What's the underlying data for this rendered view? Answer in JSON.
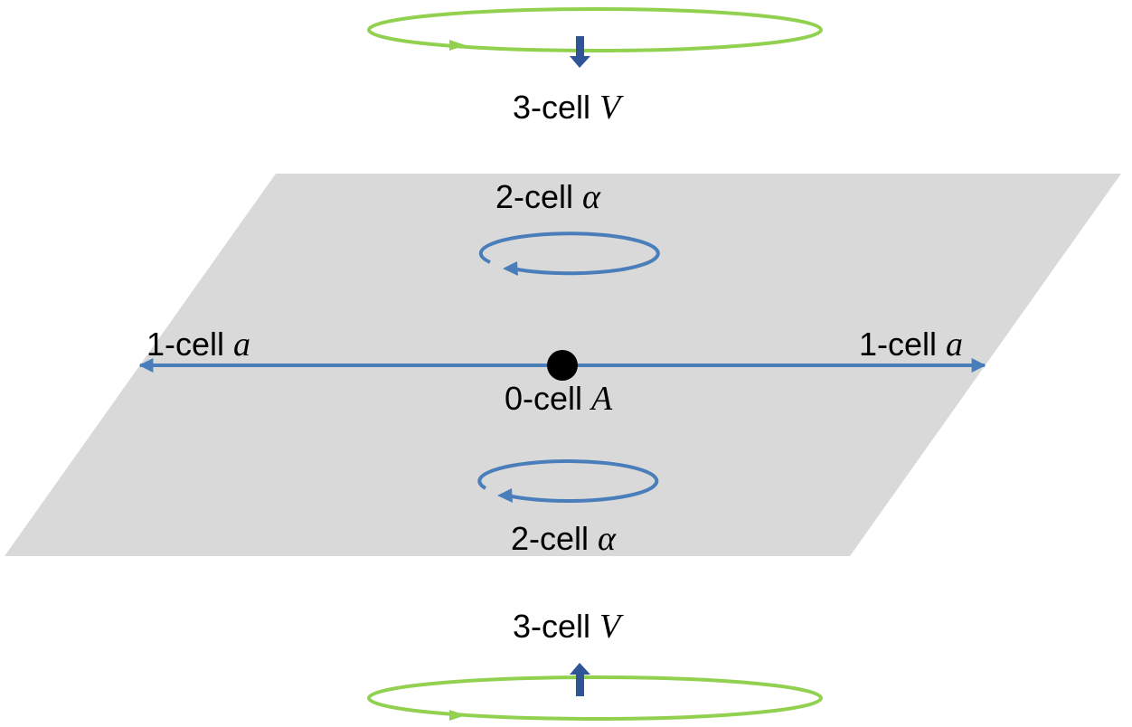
{
  "top_volume": {
    "text": "3-cell ",
    "symbol": "V"
  },
  "bottom_volume": {
    "text": "3-cell ",
    "symbol": "V"
  },
  "upper_face": {
    "text": "2-cell ",
    "symbol": "α"
  },
  "lower_face": {
    "text": "2-cell ",
    "symbol": "α"
  },
  "left_edge": {
    "text": "1-cell ",
    "symbol": "a"
  },
  "right_edge": {
    "text": "1-cell ",
    "symbol": "a"
  },
  "vertex": {
    "text": "0-cell ",
    "symbol": "A"
  },
  "colors": {
    "plane": "#d9d9d9",
    "blue": "#4a7ebb",
    "green": "#92d050",
    "dark_arrow": "#2f5597",
    "vertex": "#000000"
  }
}
